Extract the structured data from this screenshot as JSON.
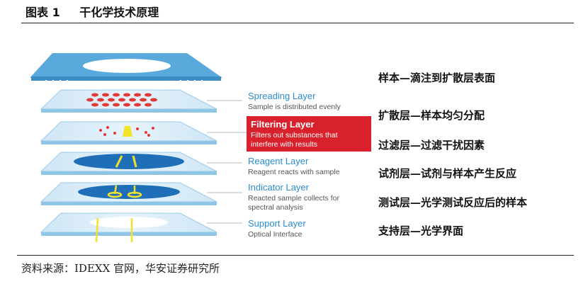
{
  "figure": {
    "label": "图表 1",
    "title": "干化学技术原理"
  },
  "layers": [
    {
      "name": "Spreading Layer",
      "desc": "Sample is distributed evenly",
      "color": "#3b8fd6"
    },
    {
      "name": "Filtering Layer",
      "desc1": "Filters out substances that",
      "desc2": "interfere with results",
      "highlight": "#d8212c"
    },
    {
      "name": "Reagent Layer",
      "desc": "Reagent reacts with sample",
      "color": "#3b8fd6"
    },
    {
      "name": "Indicator Layer",
      "desc1": "Reacted sample collects for",
      "desc2": "spectral analysis",
      "color": "#3b8fd6"
    },
    {
      "name": "Support Layer",
      "desc": "Optical Interface",
      "color": "#3b8fd6"
    }
  ],
  "chinese_descriptions": [
    "样本—滴注到扩散层表面",
    "扩散层—样本均匀分配",
    "过滤层—过滤干扰因素",
    "试剂层—试剂与样本产生反应",
    "测试层—光学测试反应后的样本",
    "支持层—光学界面"
  ],
  "source": "资料来源：IDEXX 官网，华安证券研究所"
}
